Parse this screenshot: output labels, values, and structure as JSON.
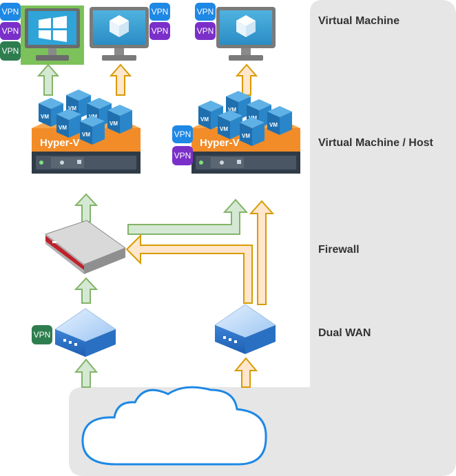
{
  "diagram": {
    "layers": [
      {
        "id": "vm",
        "label": "Virtual Machine"
      },
      {
        "id": "host",
        "label": "Virtual Machine / Host"
      },
      {
        "id": "firewall",
        "label": "Firewall"
      },
      {
        "id": "wan",
        "label": "Dual WAN"
      }
    ],
    "badge_text": "VPN",
    "vm_text": "VM",
    "hyperv_text": "Hyper-V",
    "colors": {
      "vpn_blue": "#1e88e5",
      "vpn_purple": "#7b2fc9",
      "vpn_green": "#2e7d4f",
      "hyperv_orange": "#f28c28",
      "arrow_green": "#82b366",
      "arrow_orange": "#d79b00",
      "panel_gray": "#e6e6e6",
      "cloud_blue": "#1e88e5"
    },
    "icons": [
      "windows-monitor-icon",
      "vm-monitor-icon",
      "hyperv-host-icon",
      "firewall-icon",
      "router-icon",
      "cloud-icon"
    ]
  }
}
